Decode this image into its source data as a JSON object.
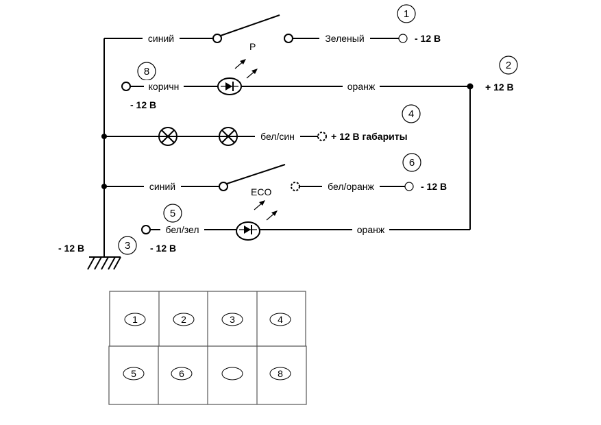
{
  "diagram": {
    "row1": {
      "wire_left": "синий",
      "wire_right": "Зеленый",
      "terminal_voltage": "- 12 В",
      "pin": "1",
      "indicator": "P"
    },
    "row2": {
      "pin_left": "8",
      "wire_left": "коричн",
      "voltage_left": "- 12 В",
      "wire_right": "оранж",
      "pin_right": "2",
      "voltage_right": "+ 12 В"
    },
    "row3": {
      "wire": "бел/син",
      "terminal": "+ 12 В габариты",
      "pin": "4"
    },
    "row4": {
      "wire_left": "синий",
      "indicator": "ECO",
      "wire_right": "бел/оранж",
      "terminal_voltage": "- 12 В",
      "pin": "6"
    },
    "row5": {
      "pin_left": "5",
      "wire_left": "бел/зел",
      "voltage_left": "- 12 В",
      "wire_right": "оранж"
    },
    "ground": {
      "voltage": "- 12 В",
      "pin": "3"
    },
    "connector": {
      "top": [
        "1",
        "2",
        "3",
        "4"
      ],
      "bottom": [
        "5",
        "6",
        "",
        "8"
      ]
    }
  }
}
